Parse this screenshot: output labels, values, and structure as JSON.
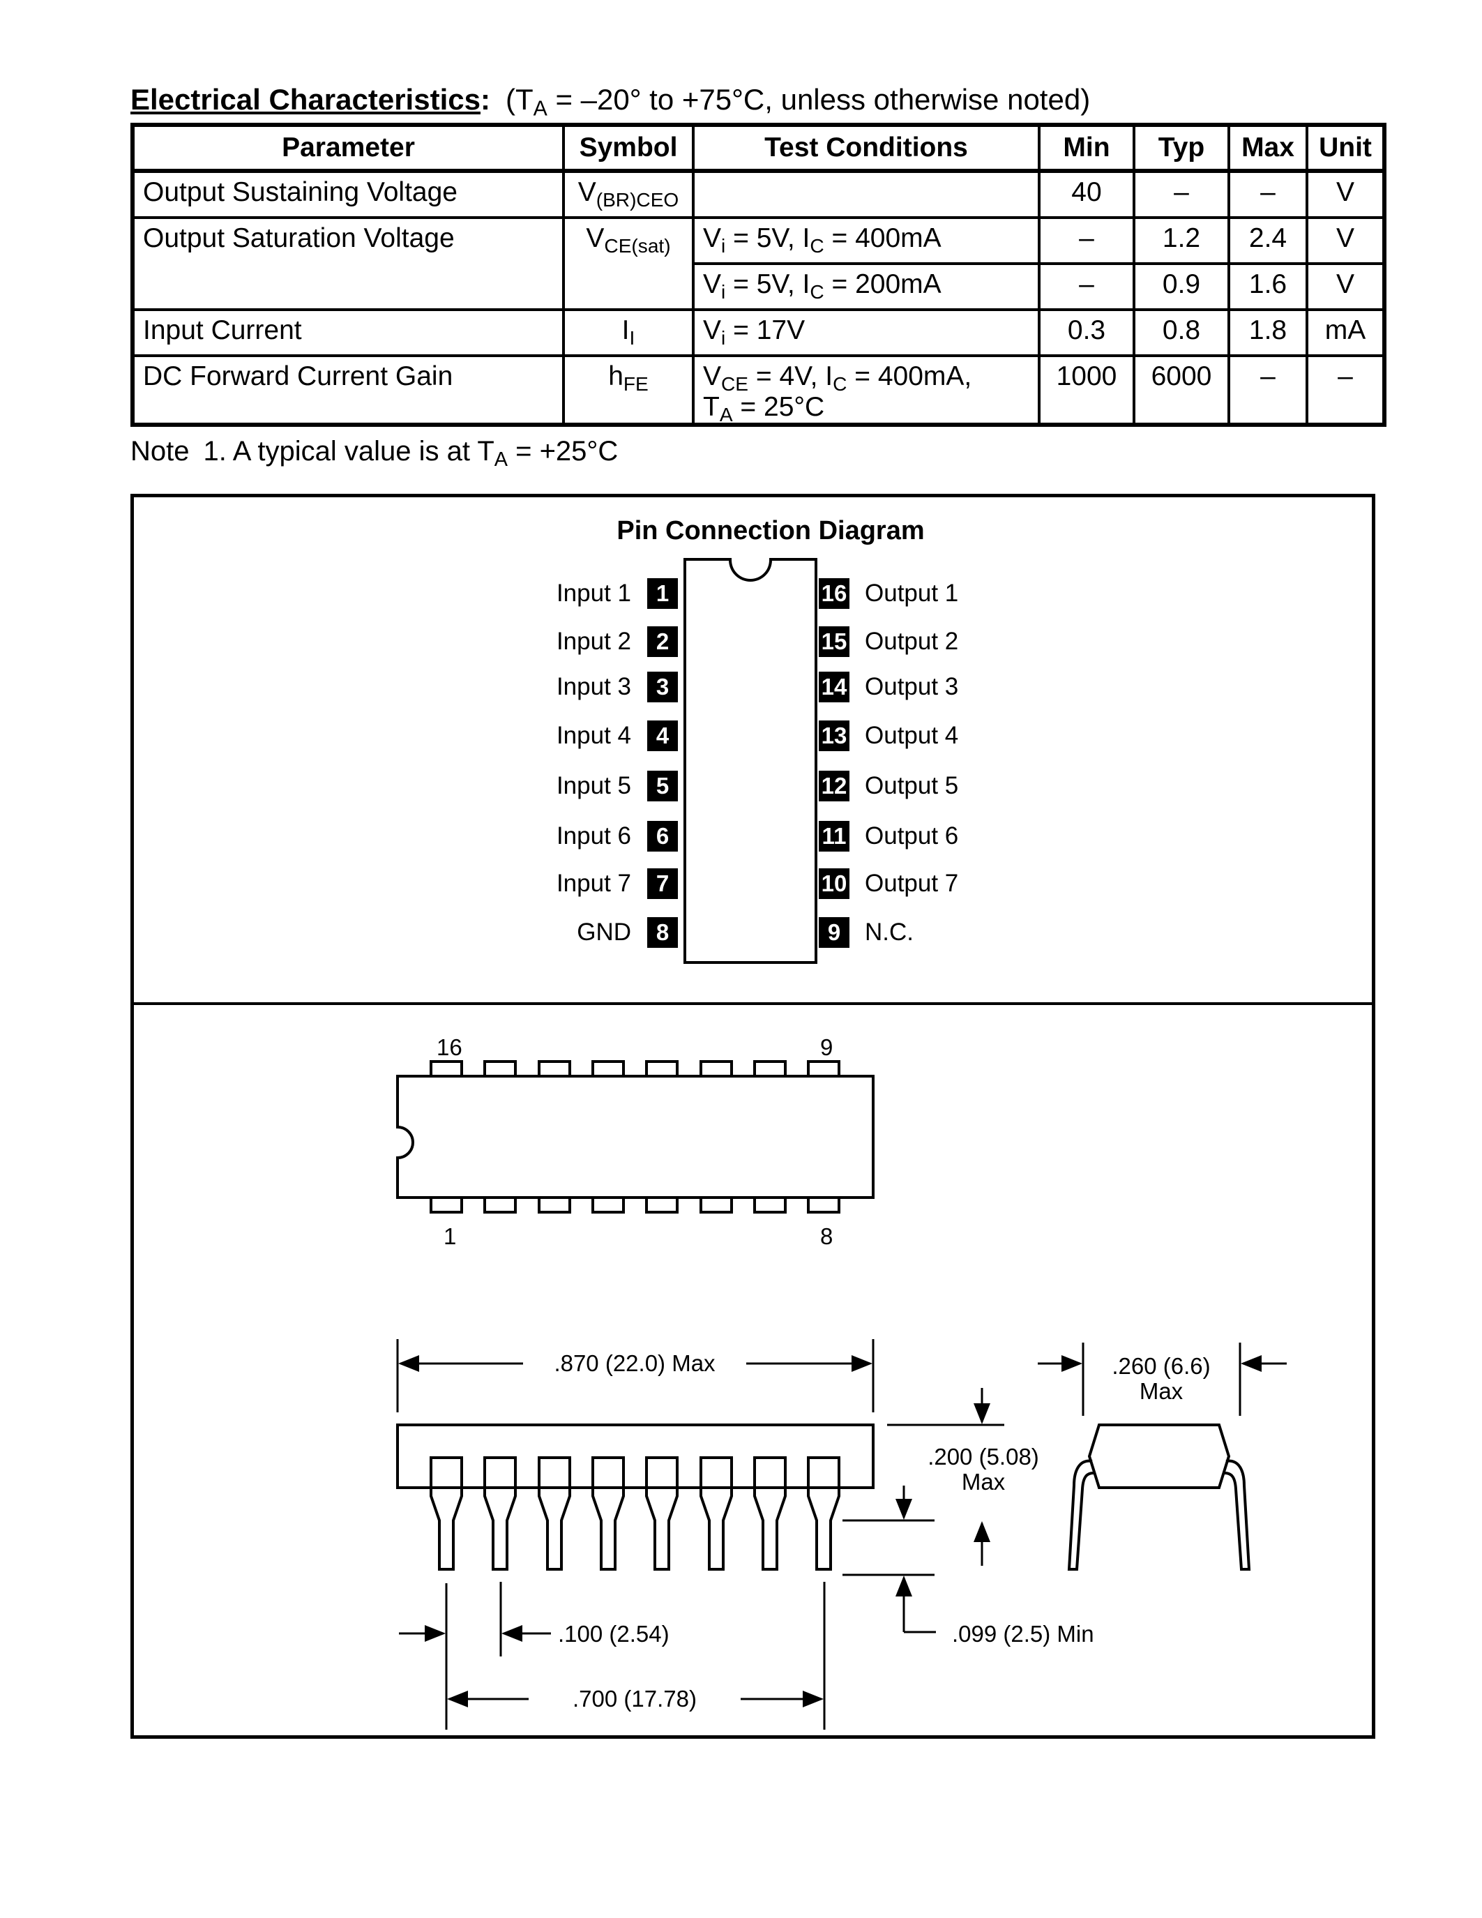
{
  "heading": {
    "label": "Electrical Characteristics",
    "colon": ":",
    "cond_open": "(T",
    "cond_sub": "A",
    "cond_rest": " = –20° to +75°C, unless otherwise noted)"
  },
  "table": {
    "headers": {
      "parameter": "Parameter",
      "symbol": "Symbol",
      "test_conditions": "Test Conditions",
      "min": "Min",
      "typ": "Typ",
      "max": "Max",
      "unit": "Unit"
    },
    "rows": [
      {
        "parameter": "Output Sustaining Voltage",
        "symbol_main": "V",
        "symbol_sub": "(BR)CEO",
        "min": "40",
        "typ": "–",
        "max": "–",
        "unit": "V"
      },
      {
        "parameter": "Output Saturation Voltage",
        "symbol_main": "V",
        "symbol_sub": "CE(sat)",
        "cond_a": "V",
        "cond_a_sub": "i",
        "cond_b": " = 5V, I",
        "cond_b_sub": "C",
        "cond_c": " = 400mA",
        "min": "–",
        "typ": "1.2",
        "max": "2.4",
        "unit": "V"
      },
      {
        "cond_a": "V",
        "cond_a_sub": "i",
        "cond_b": " = 5V, I",
        "cond_b_sub": "C",
        "cond_c": " = 200mA",
        "min": "–",
        "typ": "0.9",
        "max": "1.6",
        "unit": "V"
      },
      {
        "parameter": "Input Current",
        "symbol_main": "I",
        "symbol_sub": "I",
        "cond_a": "V",
        "cond_a_sub": "i",
        "cond_b": " = 17V",
        "min": "0.3",
        "typ": "0.8",
        "max": "1.8",
        "unit": "mA"
      },
      {
        "parameter": "DC Forward Current Gain",
        "symbol_main": "h",
        "symbol_sub": "FE",
        "cond_a": "V",
        "cond_a_sub": "CE",
        "cond_b": " = 4V, I",
        "cond_b_sub": "C",
        "cond_c": " = 400mA,",
        "cond_d": "T",
        "cond_d_sub": "A",
        "cond_e": " = 25°C",
        "min": "1000",
        "typ": "6000",
        "max": "–",
        "unit": "–"
      }
    ]
  },
  "note": {
    "label": "Note",
    "text_a": "1. A typical value is at T",
    "text_sub": "A",
    "text_b": " = +25°C"
  },
  "pin_diagram": {
    "title": "Pin Connection Diagram",
    "left_pins": [
      {
        "num": "1",
        "label": "Input 1"
      },
      {
        "num": "2",
        "label": "Input 2"
      },
      {
        "num": "3",
        "label": "Input 3"
      },
      {
        "num": "4",
        "label": "Input 4"
      },
      {
        "num": "5",
        "label": "Input 5"
      },
      {
        "num": "6",
        "label": "Input 6"
      },
      {
        "num": "7",
        "label": "Input 7"
      },
      {
        "num": "8",
        "label": "GND"
      }
    ],
    "right_pins": [
      {
        "num": "16",
        "label": "Output 1"
      },
      {
        "num": "15",
        "label": "Output 2"
      },
      {
        "num": "14",
        "label": "Output 3"
      },
      {
        "num": "13",
        "label": "Output 4"
      },
      {
        "num": "12",
        "label": "Output 5"
      },
      {
        "num": "11",
        "label": "Output 6"
      },
      {
        "num": "10",
        "label": "Output 7"
      },
      {
        "num": "9",
        "label": "N.C."
      }
    ]
  },
  "package": {
    "top_view": {
      "pin_16": "16",
      "pin_9": "9",
      "pin_1": "1",
      "pin_8": "8"
    },
    "dimensions": {
      "length": ".870 (22.0) Max",
      "height_a": ".200 (5.08)",
      "height_b": "Max",
      "width_a": ".260 (6.6)",
      "width_b": "Max",
      "pitch": ".100 (2.54)",
      "span": ".700 (17.78)",
      "lead_length": ".099 (2.5) Min"
    }
  }
}
